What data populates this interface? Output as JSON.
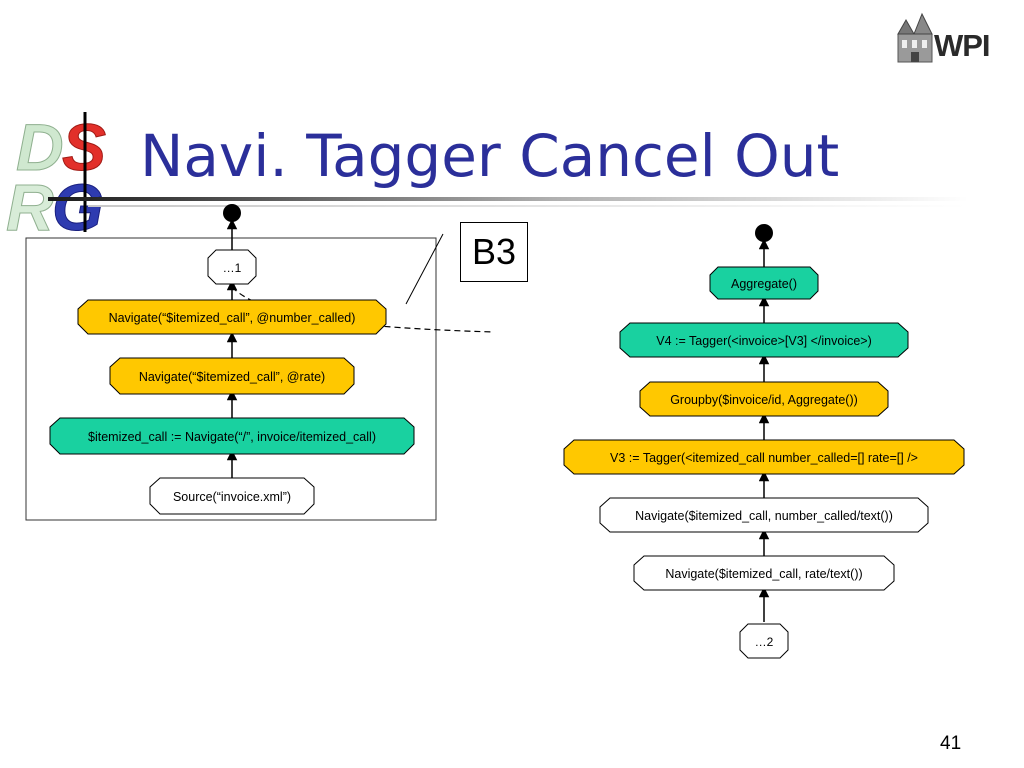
{
  "slide": {
    "title": "Navi. Tagger Cancel Out",
    "logo_text": "WPI",
    "page_number": "41",
    "callout": "B3",
    "colors": {
      "title": "#2B2F9A",
      "green": "#19D1A0",
      "yellow": "#FFC800",
      "white": "#FFFFFF",
      "outline": "#000000"
    }
  },
  "left_plan": {
    "nodes": [
      {
        "label": "…1",
        "fill": "white"
      },
      {
        "label": "Navigate(“$itemized_call”, @number_called)",
        "fill": "yellow"
      },
      {
        "label": "Navigate(“$itemized_call”, @rate)",
        "fill": "yellow"
      },
      {
        "label": "$itemized_call := Navigate(“/”, invoice/itemized_call)",
        "fill": "green"
      },
      {
        "label": "Source(“invoice.xml”)",
        "fill": "white"
      }
    ]
  },
  "right_plan": {
    "nodes": [
      {
        "label": "Aggregate()",
        "fill": "green"
      },
      {
        "label": "V4 := Tagger(<invoice>[V3] </invoice>)",
        "fill": "green"
      },
      {
        "label": "Groupby($invoice/id, Aggregate())",
        "fill": "yellow"
      },
      {
        "label": "V3 := Tagger(<itemized_call number_called=[] rate=[] />",
        "fill": "yellow"
      },
      {
        "label": "Navigate($itemized_call, number_called/text())",
        "fill": "white"
      },
      {
        "label": "Navigate($itemized_call, rate/text())",
        "fill": "white"
      },
      {
        "label": "…2",
        "fill": "white"
      }
    ]
  }
}
